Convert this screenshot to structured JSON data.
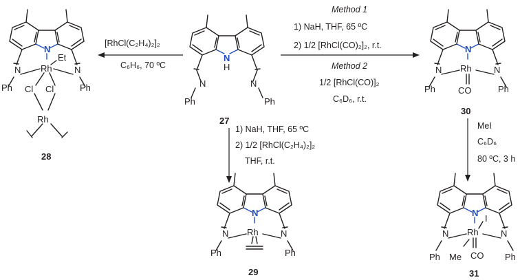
{
  "compounds": {
    "c27": {
      "number": "27",
      "N": "N",
      "H": "H",
      "imineN1": "N",
      "imineN2": "N",
      "Ph1": "Ph",
      "Ph2": "Ph"
    },
    "c28": {
      "number": "28",
      "N": "N",
      "Rh": "Rh",
      "Rh2": "Rh",
      "Et": "Et",
      "Cl1": "Cl",
      "Cl2": "Cl",
      "imineN1": "N",
      "imineN2": "N",
      "Ph1": "Ph",
      "Ph2": "Ph"
    },
    "c29": {
      "number": "29",
      "N": "N",
      "Rh": "Rh",
      "imineN1": "N",
      "imineN2": "N",
      "Ph1": "Ph",
      "Ph2": "Ph"
    },
    "c30": {
      "number": "30",
      "N": "N",
      "Rh": "Rh",
      "CO": "CO",
      "imineN1": "N",
      "imineN2": "N",
      "Ph1": "Ph",
      "Ph2": "Ph"
    },
    "c31": {
      "number": "31",
      "N": "N",
      "Rh": "Rh",
      "I": "I",
      "Me": "Me",
      "CO": "CO",
      "imineN1": "N",
      "imineN2": "N",
      "Ph1": "Ph",
      "Ph2": "Ph"
    }
  },
  "conditions": {
    "to28": {
      "line1": "[RhCl(C₂H₄)₂]₂",
      "line2": "C₆H₆, 70 ºC"
    },
    "to30": {
      "method1": "Method 1",
      "m1step1": "1) NaH, THF, 65 ºC",
      "m1step2": "2) 1/2 [RhCl(CO)₂]₂, r.t.",
      "method2": "Method 2",
      "m2line1": "1/2 [RhCl(CO)]₂",
      "m2line2": "C₆D₆, r.t."
    },
    "to29": {
      "step1": "1) NaH, THF, 65 ºC",
      "step2": "2) 1/2 [RhCl(C₂H₄)₂]₂",
      "step3": "THF, r.t."
    },
    "to31": {
      "line1": "MeI",
      "line2": "C₆D₆",
      "line3": "80 ºC, 3 h"
    }
  }
}
